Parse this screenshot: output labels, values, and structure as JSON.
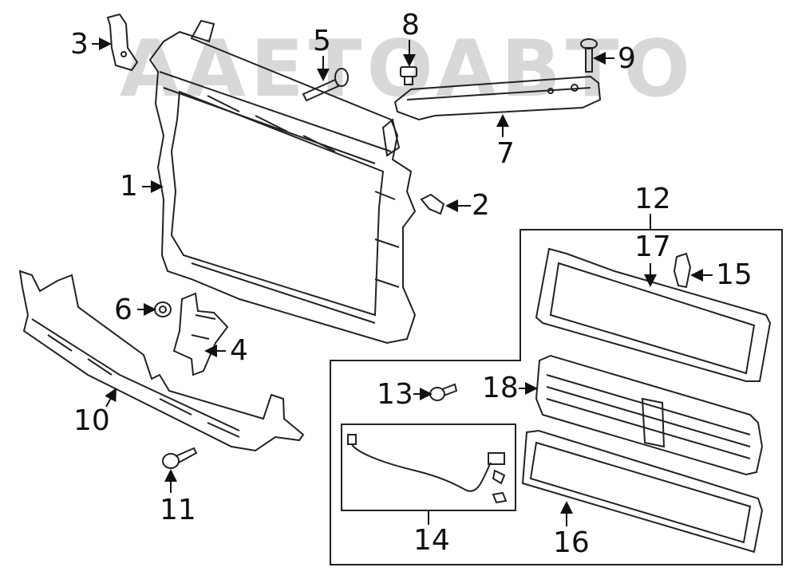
{
  "watermark": "AAETOABTO",
  "callouts": {
    "n1": "1",
    "n2": "2",
    "n3": "3",
    "n4": "4",
    "n5": "5",
    "n6": "6",
    "n7": "7",
    "n8": "8",
    "n9": "9",
    "n10": "10",
    "n11": "11",
    "n12": "12",
    "n13": "13",
    "n14": "14",
    "n15": "15",
    "n16": "16",
    "n17": "17",
    "n18": "18"
  }
}
